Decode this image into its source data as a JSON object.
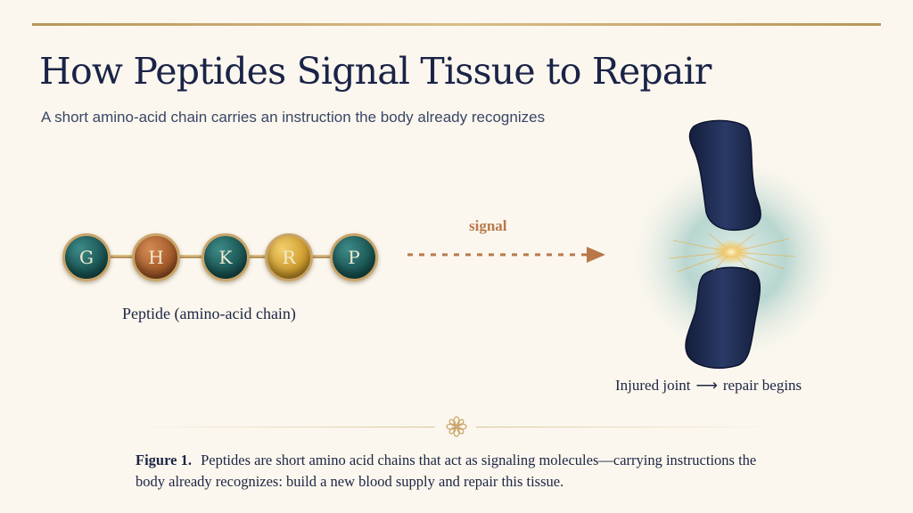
{
  "title": "How Peptides Signal Tissue to Repair",
  "subtitle": "A short amino-acid chain carries an instruction the body already recognizes",
  "chain": {
    "beads": [
      {
        "letter": "G",
        "color": "#1a5553"
      },
      {
        "letter": "H",
        "color": "#a45a2a"
      },
      {
        "letter": "K",
        "color": "#1a5553"
      },
      {
        "letter": "R",
        "color": "#cf9d2e"
      },
      {
        "letter": "P",
        "color": "#1a5553"
      }
    ],
    "label": "Peptide (amino-acid chain)"
  },
  "signal": {
    "label": "signal",
    "color": "#b8784a"
  },
  "joint": {
    "label_left": "Injured joint",
    "arrow": "⟶",
    "label_right": "repair begins",
    "bone_color": "#1e2b50",
    "glow_color": "#7fb7b3"
  },
  "ornament": "flower-ornament-icon",
  "caption": {
    "figure_label": "Figure 1.",
    "text": "Peptides are short amino acid chains that act as signaling molecules—carrying instructions the body already recognizes: build a new blood supply and repair this tissue."
  },
  "colors": {
    "background": "#fbf7ee",
    "navy": "#1a2347",
    "gold": "#c9a46a"
  }
}
